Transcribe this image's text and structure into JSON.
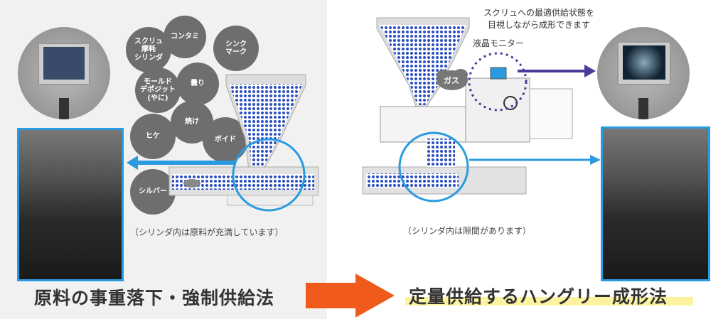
{
  "left": {
    "defects": [
      "スクリュ\n摩耗\nシリンダ",
      "コンタミ",
      "シンク\nマーク",
      "モールド\nデポジット\n(やに)",
      "曇り",
      "焼け",
      "ヒケ",
      "ボイド",
      "シルバー"
    ],
    "caption": "（シリンダ内は原料が充満しています）",
    "title": "原料の事重落下・強制供給法"
  },
  "right": {
    "note": "スクリュへの最適供給状態を\n目視しながら成形できます",
    "monitor_label": "液晶モニター",
    "gas_label": "ガス",
    "caption": "（シリンダ内は隙間があります）",
    "title": "定量供給するハングリー成形法"
  },
  "colors": {
    "blue": "#2a9be0",
    "dots": "#2a4fc0",
    "purple": "#4a3a9a",
    "orange": "#f05a1a",
    "highlight": "#fbf3a0"
  }
}
